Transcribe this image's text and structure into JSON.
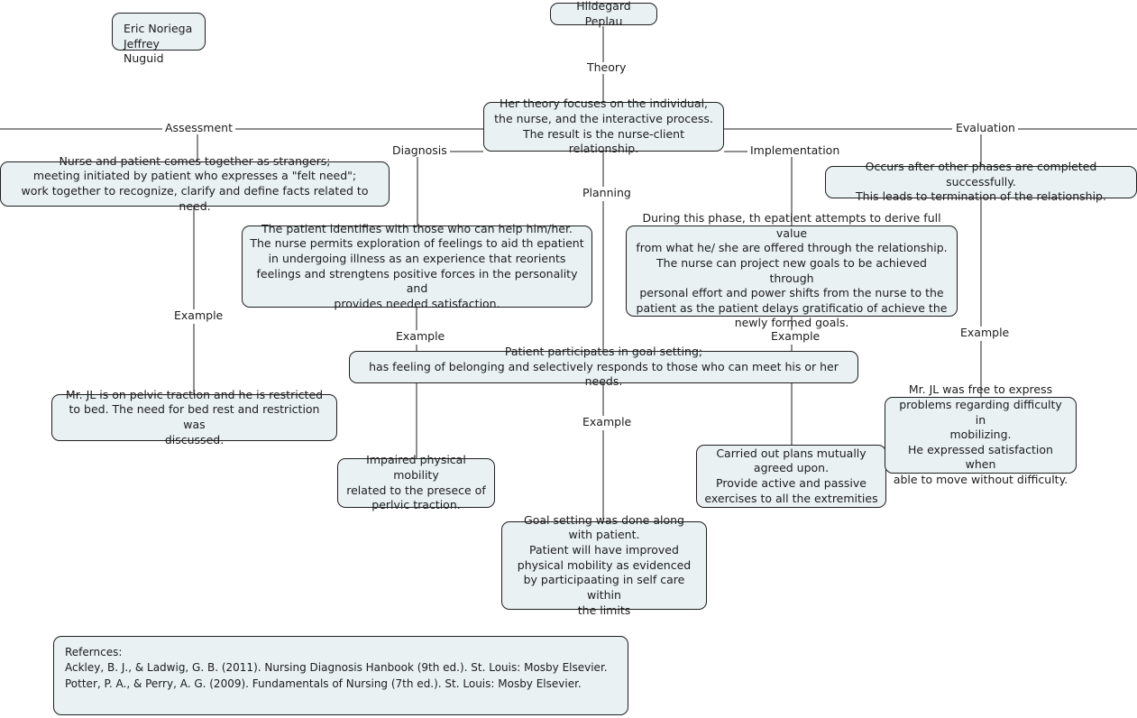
{
  "title": "Hildegard Peplau Nursing Theory Concept Map",
  "theme": {
    "node_fill": "#e9f1f3",
    "node_border": "#1f1f1f",
    "text": "#1c1c1c",
    "background": "#ffffff",
    "line": "#1f1f1f"
  },
  "nodes": {
    "authors": "Eric Noriega\nJeffrey Nuguid",
    "theorist": "Hildegard Peplau",
    "theory_summary": "Her theory focuses on the individual,\nthe nurse, and the interactive process.\nThe result is the nurse-client relationship.",
    "assessment_detail": "Nurse and patient comes together as strangers;\nmeeting initiated by patient who expresses a \"felt need\";\nwork together to recognize, clarify and define facts related to need.",
    "diagnosis_detail": "The patient identifies with those who can help him/her.\nThe nurse permits exploration of feelings to aid th epatient\nin undergoing illness as an experience that reorients\nfeelings and strengtens positive forces in the personality and\nprovides needed satisfaction.",
    "planning_detail": "Patient participates in goal setting;\nhas feeling of belonging and selectively responds to those who can meet his or her needs.",
    "implementation_detail": "During this phase, th epatient attempts to derive full value\nfrom what he/ she are offered through the relationship.\nThe nurse can project new goals to be achieved through\npersonal effort and power shifts from the nurse to the\npatient as the patient delays gratificatio of achieve the\nnewly formed goals.",
    "evaluation_detail": "Occurs after other phases are completed successfully.\nThis leads to termination of the relationship.",
    "assessment_example": "Mr. JL is on pelvic traction and he is restricted\nto bed. The need for bed rest and restriction was\ndiscussed.",
    "diagnosis_example": "Impaired physical mobility\nrelated to the presece of\nperlvic traction.",
    "planning_example": "Goal setting was done along\nwith patient.\nPatient will have improved\nphysical mobility as evidenced\nby participaating in self care within\nthe limits",
    "implementation_example": "Carried out plans mutually\nagreed upon.\nProvide active and passive\nexercises to all the extremities",
    "evaluation_example": "Mr. JL was free to express\nproblems regarding difficulty in\nmobilizing.\nHe expressed satisfaction when\nable to move without difficulty.",
    "references": "Refernces:\nAckley, B. J., & Ladwig, G. B. (2011). Nursing Diagnosis Hanbook (9th ed.). St. Louis: Mosby Elsevier.\nPotter, P. A., & Perry, A. G. (2009). Fundamentals of Nursing (7th ed.). St. Louis: Mosby Elsevier."
  },
  "edge_labels": {
    "theory": "Theory",
    "assessment": "Assessment",
    "diagnosis": "Diagnosis",
    "planning": "Planning",
    "implementation": "Implementation",
    "evaluation": "Evaluation",
    "example_assessment": "Example",
    "example_diagnosis": "Example",
    "example_planning": "Example",
    "example_implementation": "Example",
    "example_evaluation": "Example"
  }
}
